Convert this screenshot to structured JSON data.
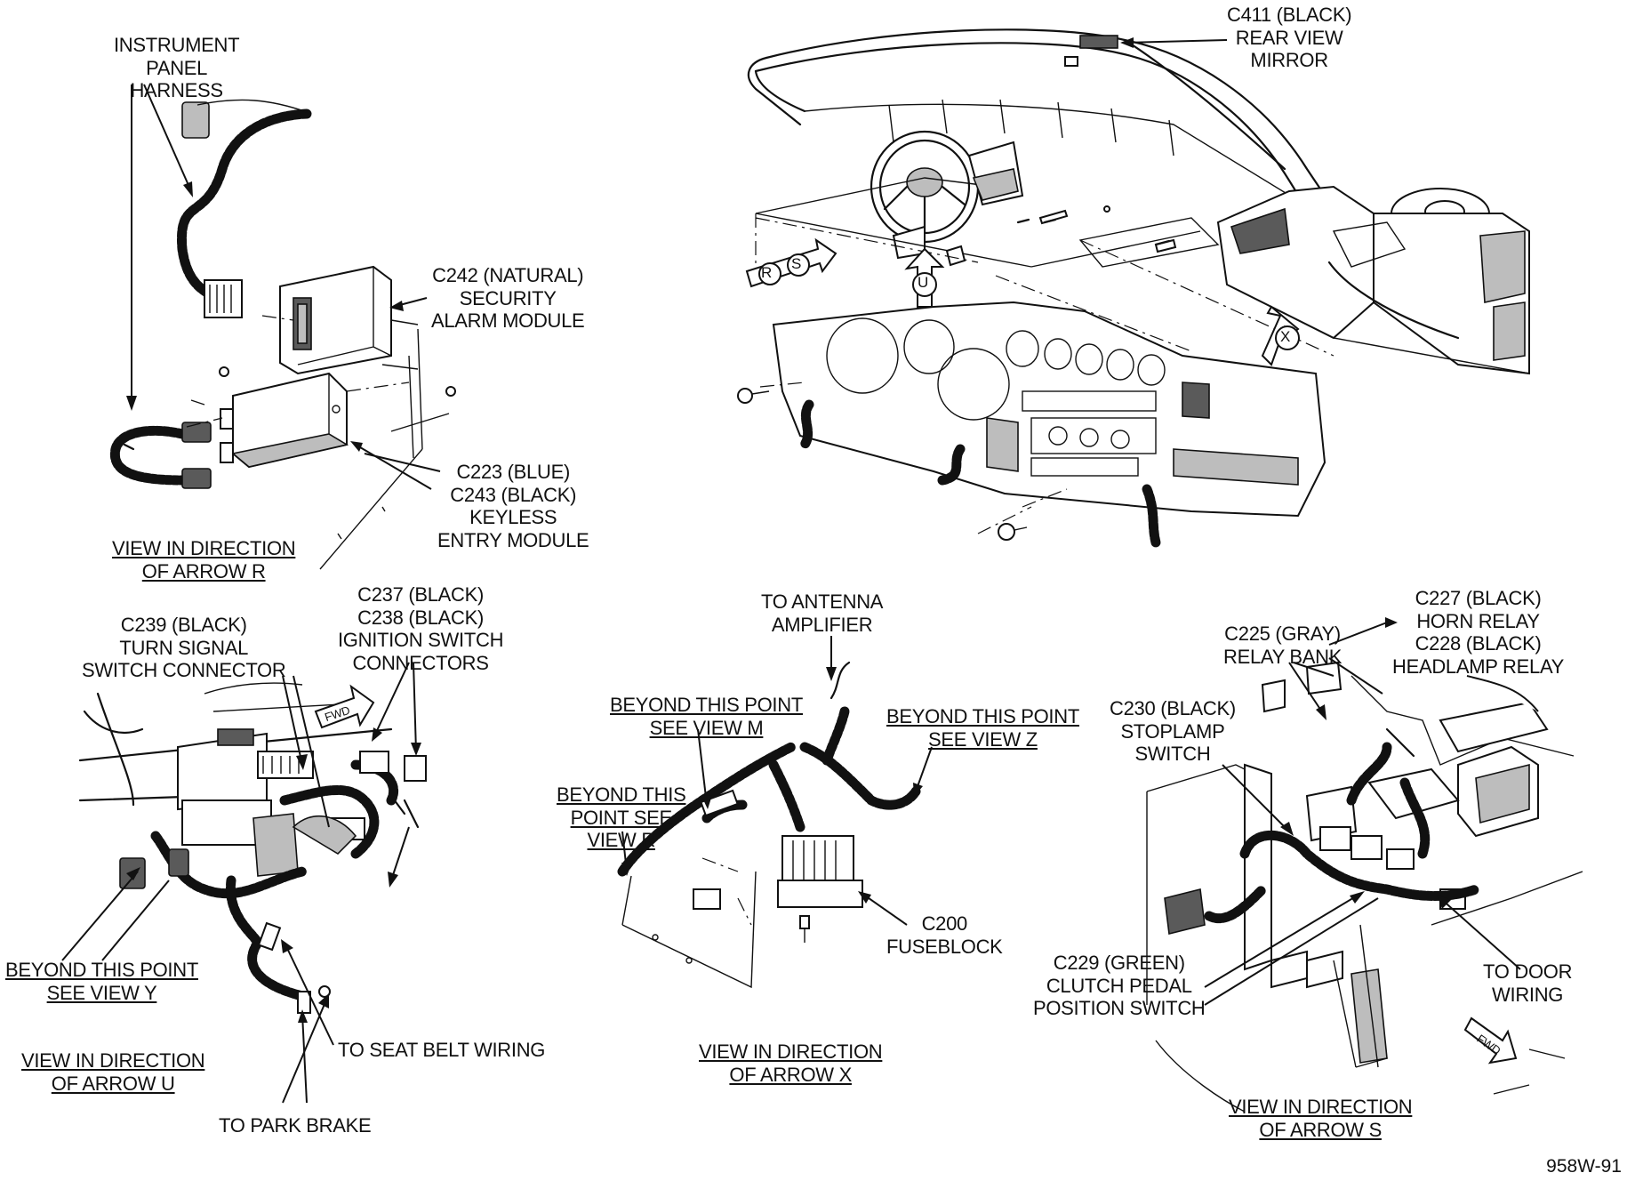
{
  "labels": {
    "instrument_panel_harness": [
      "INSTRUMENT",
      "PANEL",
      "HARNESS"
    ],
    "c411": [
      "C411 (BLACK)",
      "REAR VIEW",
      "MIRROR"
    ],
    "c242": [
      "C242 (NATURAL)",
      "SECURITY",
      "ALARM MODULE"
    ],
    "c223": [
      "C223 (BLUE)",
      "C243 (BLACK)",
      "KEYLESS",
      "ENTRY MODULE"
    ],
    "view_r": [
      "VIEW IN DIRECTION",
      "OF ARROW R"
    ],
    "c239": [
      "C239 (BLACK)",
      "TURN SIGNAL",
      "SWITCH CONNECTOR"
    ],
    "c237": [
      "C237 (BLACK)",
      "C238  (BLACK)",
      "IGNITION SWITCH",
      "CONNECTORS"
    ],
    "beyond_y": [
      "BEYOND THIS POINT",
      "SEE VIEW Y"
    ],
    "seat_belt": [
      "TO SEAT BELT WIRING"
    ],
    "view_u": [
      "VIEW IN DIRECTION",
      "OF ARROW U"
    ],
    "park_brake": [
      "TO PARK BRAKE"
    ],
    "antenna": [
      "TO ANTENNA",
      "AMPLIFIER"
    ],
    "beyond_m": [
      "BEYOND THIS POINT",
      "SEE VIEW M"
    ],
    "beyond_z": [
      "BEYOND THIS POINT",
      "SEE VIEW Z"
    ],
    "beyond_r": [
      "BEYOND THIS",
      "POINT SEE",
      "VIEW R"
    ],
    "c200": [
      "C200",
      "FUSEBLOCK"
    ],
    "view_x": [
      "VIEW IN DIRECTION",
      "OF ARROW X"
    ],
    "c227": [
      "C227 (BLACK)",
      "HORN RELAY",
      "C228 (BLACK)",
      "HEADLAMP RELAY"
    ],
    "c225": [
      "C225 (GRAY)",
      "RELAY BANK"
    ],
    "c230": [
      "C230 (BLACK)",
      "STOPLAMP",
      "SWITCH"
    ],
    "c229": [
      "C229 (GREEN)",
      "CLUTCH PEDAL",
      "POSITION SWITCH"
    ],
    "door_wiring": [
      "TO DOOR",
      "WIRING"
    ],
    "view_s": [
      "VIEW IN DIRECTION",
      "OF ARROW S"
    ]
  },
  "arrow_letters": {
    "r": "R",
    "s": "S",
    "u": "U",
    "x": "X"
  },
  "fwd": "FWD",
  "figure_ref": "958W-91"
}
